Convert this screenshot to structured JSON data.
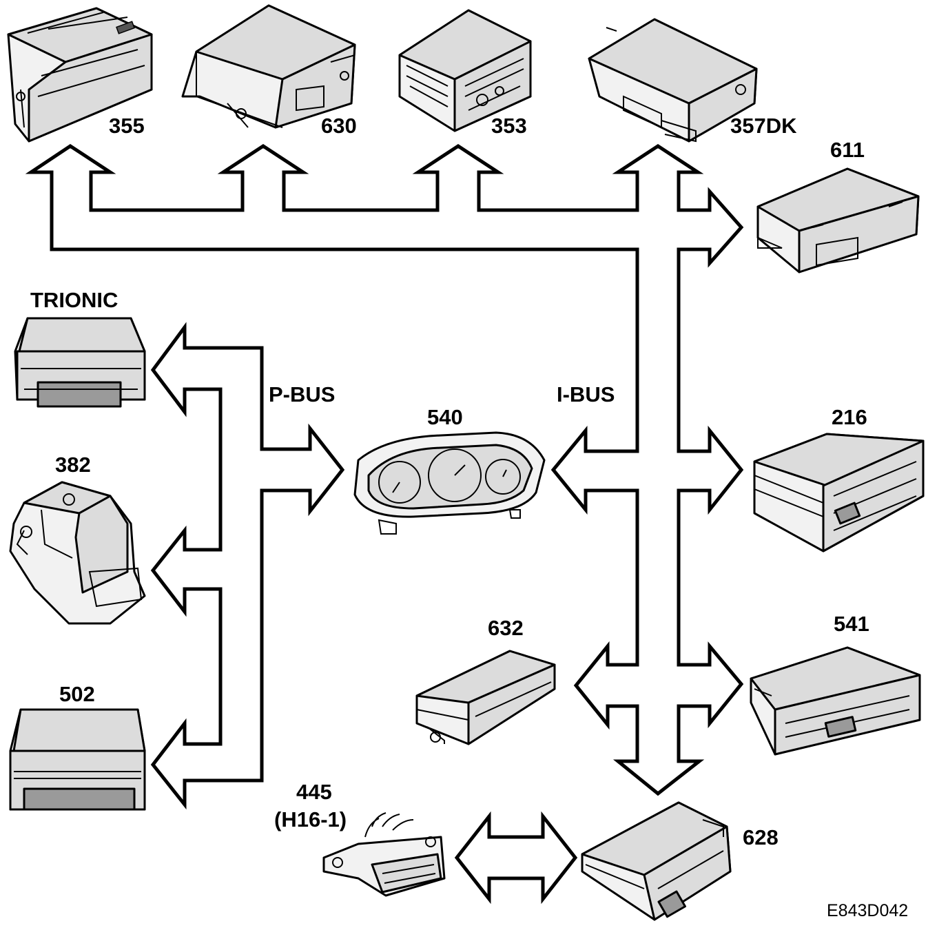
{
  "buses": {
    "p_bus_label": "P-BUS",
    "i_bus_label": "I-BUS"
  },
  "modules": {
    "m355": "355",
    "m630": "630",
    "m353": "353",
    "m357dk": "357DK",
    "m611": "611",
    "trionic": "TRIONIC",
    "m382": "382",
    "m502": "502",
    "m540": "540",
    "m216": "216",
    "m632": "632",
    "m541": "541",
    "m445": "445",
    "m445_sub": "(H16-1)",
    "m628": "628"
  },
  "figure_id": "E843D042",
  "colors": {
    "line": "#000000",
    "background": "#ffffff",
    "module_fill": "#dcdcdc"
  }
}
